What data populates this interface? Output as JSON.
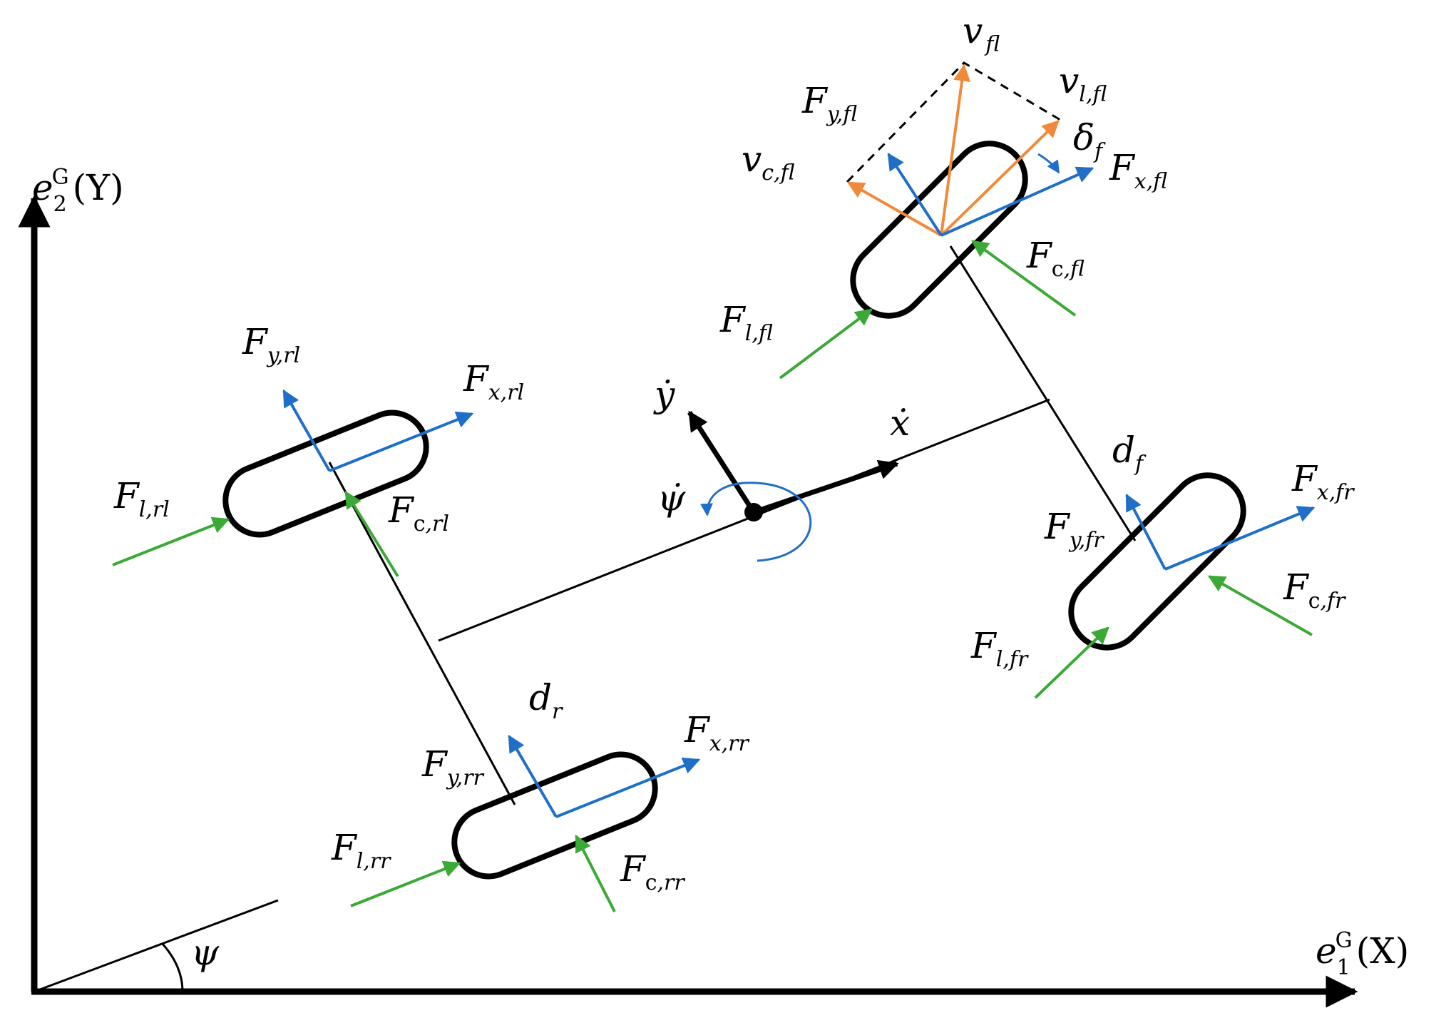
{
  "axes": {
    "y": {
      "base": "e",
      "sub": "2",
      "sup": "G",
      "paren": "(Y)"
    },
    "x": {
      "base": "e",
      "sub": "1",
      "sup": "G",
      "paren": "(X)"
    },
    "angle": "ψ"
  },
  "labels": {
    "ydot": "ẏ",
    "xdot": "ẋ",
    "psidot": "ψ̇",
    "dr": {
      "base": "d",
      "sub": "r"
    },
    "df": {
      "base": "d",
      "sub": "f"
    },
    "delta_f": {
      "base": "δ",
      "sub": "f"
    }
  },
  "forces": {
    "rl": {
      "fy": {
        "base": "F",
        "sub": "y,rl"
      },
      "fx": {
        "base": "F",
        "sub": "x,rl"
      },
      "fl": {
        "base": "F",
        "sub": "l,rl"
      },
      "fc": {
        "base": "F",
        "sub_c": "c",
        "sub": ",rl"
      }
    },
    "rr": {
      "fy": {
        "base": "F",
        "sub": "y,rr"
      },
      "fx": {
        "base": "F",
        "sub": "x,rr"
      },
      "fl": {
        "base": "F",
        "sub": "l,rr"
      },
      "fc": {
        "base": "F",
        "sub_c": "c",
        "sub": ",rr"
      }
    },
    "fl": {
      "fy": {
        "base": "F",
        "sub": "y,fl"
      },
      "fx": {
        "base": "F",
        "sub": "x,fl"
      },
      "fl": {
        "base": "F",
        "sub": "l,fl"
      },
      "fc": {
        "base": "F",
        "sub_c": "c",
        "sub": ",fl"
      }
    },
    "fr": {
      "fy": {
        "base": "F",
        "sub": "y,fr"
      },
      "fx": {
        "base": "F",
        "sub": "x,fr"
      },
      "fl": {
        "base": "F",
        "sub": "l,fr"
      },
      "fc": {
        "base": "F",
        "sub_c": "c",
        "sub": ",fr"
      }
    }
  },
  "velocities": {
    "v_fl": {
      "base": "v",
      "sub": "fl"
    },
    "v_l_fl": {
      "base": "v",
      "sub": "l,fl"
    },
    "v_c_fl": {
      "base": "v",
      "sub": "c,fl"
    }
  },
  "colors": {
    "axis": "#000000",
    "body_frame": "#1f6fc8",
    "ground_force": "#3aa935",
    "velocity": "#f08a3a"
  }
}
